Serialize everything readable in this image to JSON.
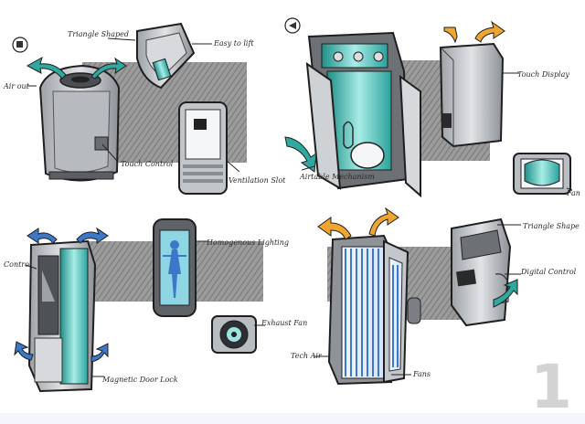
{
  "colors": {
    "paper": "#ffffff",
    "shade": "#8f8f8f",
    "body_gray": "#c9ccd0",
    "dark_gray": "#6d7075",
    "teal": "#2fa8a0",
    "teal_light": "#9fe3df",
    "orange": "#f0a531",
    "blue": "#3d78c8",
    "ink": "#1f1f1f",
    "page_number": "#d3d3d3"
  },
  "labels": {
    "q1_triangle": "Triangle Shaped",
    "q1_easy_lift": "Easy to lift",
    "q1_air_out": "Air out",
    "q1_touch": "Touch Control",
    "q1_ventilation": "Ventilation Slot",
    "q2_touch_display": "Touch Display",
    "q2_airtable": "Airtable Mechanism",
    "q2_fan": "Fan",
    "q3_control": "Control",
    "q3_lighting": "Homogenous Lighting",
    "q3_exhaust": "Exhaust Fan",
    "q3_magnetic": "Magnetic Door Lock",
    "q4_triangle": "Triangle Shape",
    "q4_digital": "Digital Control",
    "q4_fan": "Fans",
    "q4_ventilation": "Tech Air"
  },
  "page_number": "1",
  "icons": {
    "q1": "circled-label-icon",
    "q2": "circled-label-icon",
    "q1_arrow": "teal-arrow-icon",
    "q2_arrow": "yellow-arrow-icon",
    "q3_arrow": "blue-arrow-icon",
    "q4_arrow": "orange-arrow-icon"
  }
}
